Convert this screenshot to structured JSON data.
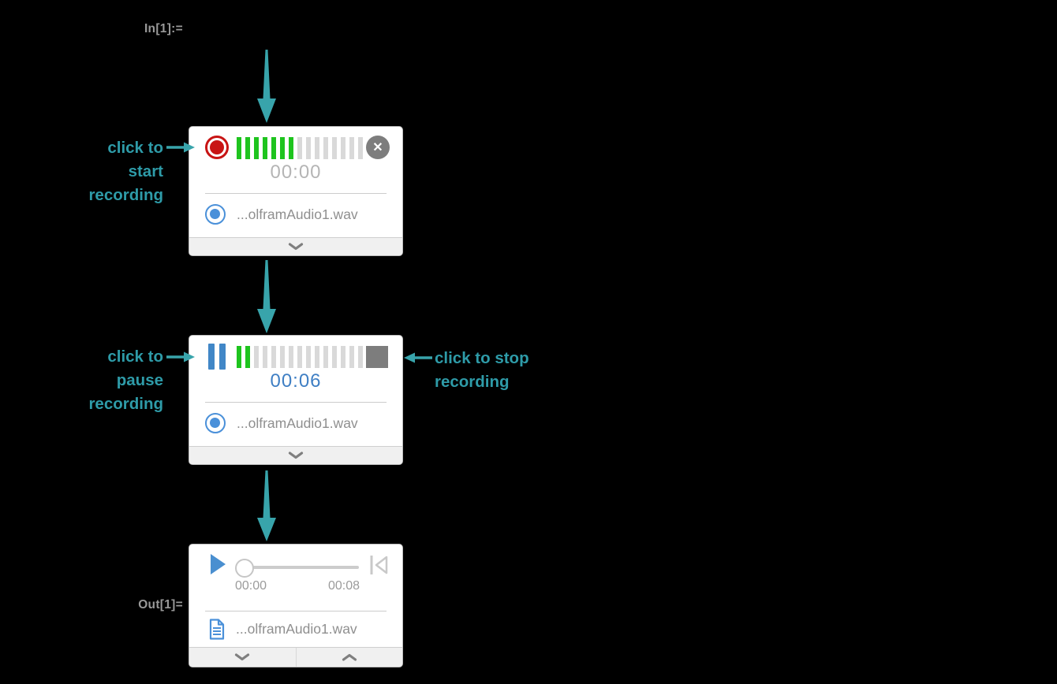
{
  "in_label": "In[1]:=",
  "out_label": "Out[1]=",
  "icons": {
    "close": "✕"
  },
  "colors": {
    "arrow_teal": "#38a4ab",
    "annotation_teal": "#2e9ba8",
    "record_red": "#c81414",
    "meter_green": "#1ec41e",
    "meter_gray": "#d9d9d9",
    "control_blue": "#4187c7",
    "button_gray": "#7d7d7d"
  },
  "annotations": {
    "start": {
      "line1": "click to",
      "line2": "start",
      "line3": "recording"
    },
    "pause": {
      "line1": "click to",
      "line2": "pause",
      "line3": "recording"
    },
    "stop": {
      "line1": "click to stop",
      "line2": "recording"
    }
  },
  "recorder_idle": {
    "timer": "00:00",
    "meter_total": 15,
    "meter_active": 7,
    "file_name": "...olframAudio1.wav"
  },
  "recorder_recording": {
    "timer": "00:06",
    "meter_total": 15,
    "meter_active": 2,
    "file_name": "...olframAudio1.wav"
  },
  "player": {
    "time_elapsed": "00:00",
    "time_total": "00:08",
    "progress_fraction": 0.06,
    "file_name": "...olframAudio1.wav"
  }
}
